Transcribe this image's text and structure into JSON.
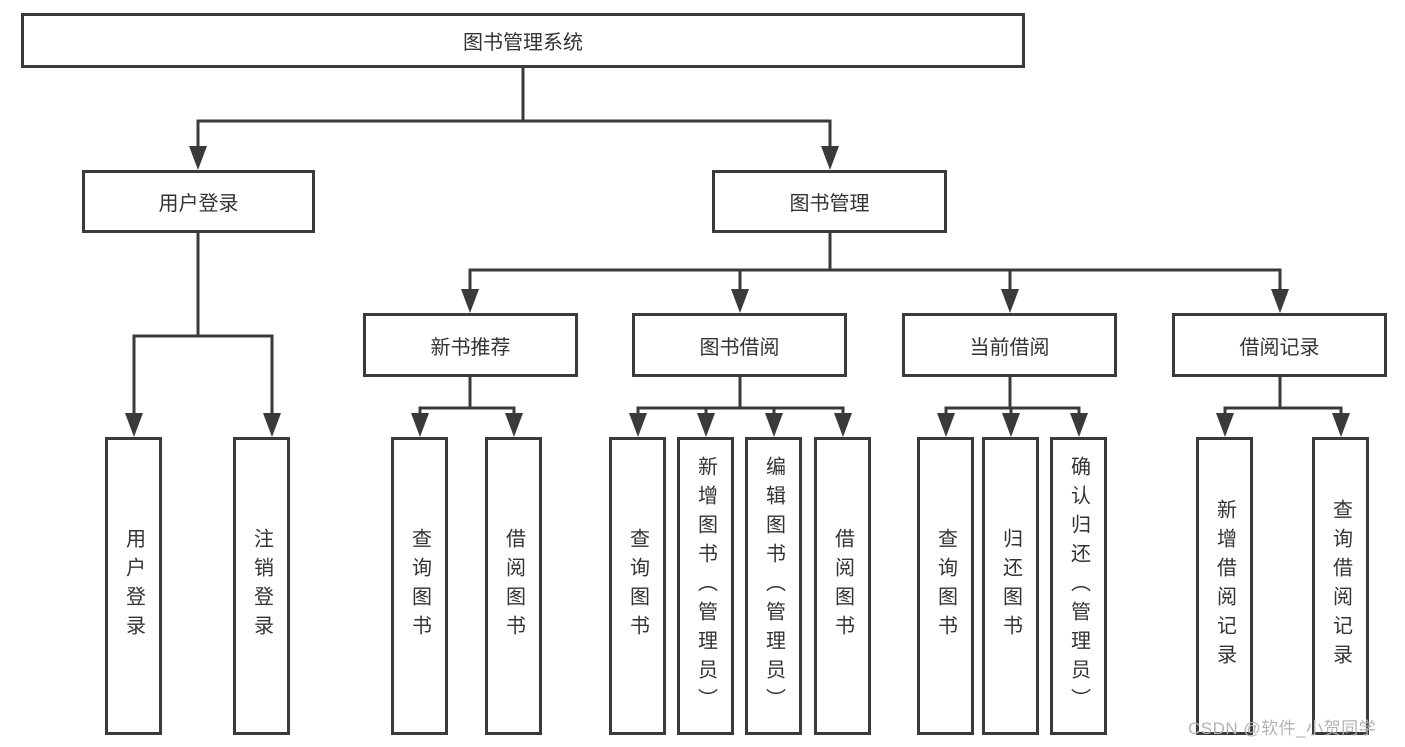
{
  "diagram_title": "图书管理系统",
  "nodes": {
    "root": "图书管理系统",
    "user_login": "用户登录",
    "book_manage": "图书管理",
    "new_book_recommend": "新书推荐",
    "book_borrow": "图书借阅",
    "current_borrow": "当前借阅",
    "borrow_records": "借阅记录",
    "leaves": {
      "user_login": "用户登录",
      "logout": "注销登录",
      "query_book_recommend": "查询图书",
      "borrow_book_recommend": "借阅图书",
      "query_book_borrow": "查询图书",
      "add_book_admin": "新增图书（管理员）",
      "edit_book_admin": "编辑图书（管理员）",
      "borrow_book_borrow": "借阅图书",
      "query_book_current": "查询图书",
      "return_book": "归还图书",
      "confirm_return_admin": "确认归还（管理员）",
      "add_borrow_record": "新增借阅记录",
      "query_borrow_record": "查询借阅记录"
    }
  },
  "watermark": "CSDN @软件_小贺同学",
  "colors": {
    "line": "#3a3a3a",
    "text": "#333333",
    "watermark": "#b3b3b3",
    "background": "#ffffff"
  }
}
